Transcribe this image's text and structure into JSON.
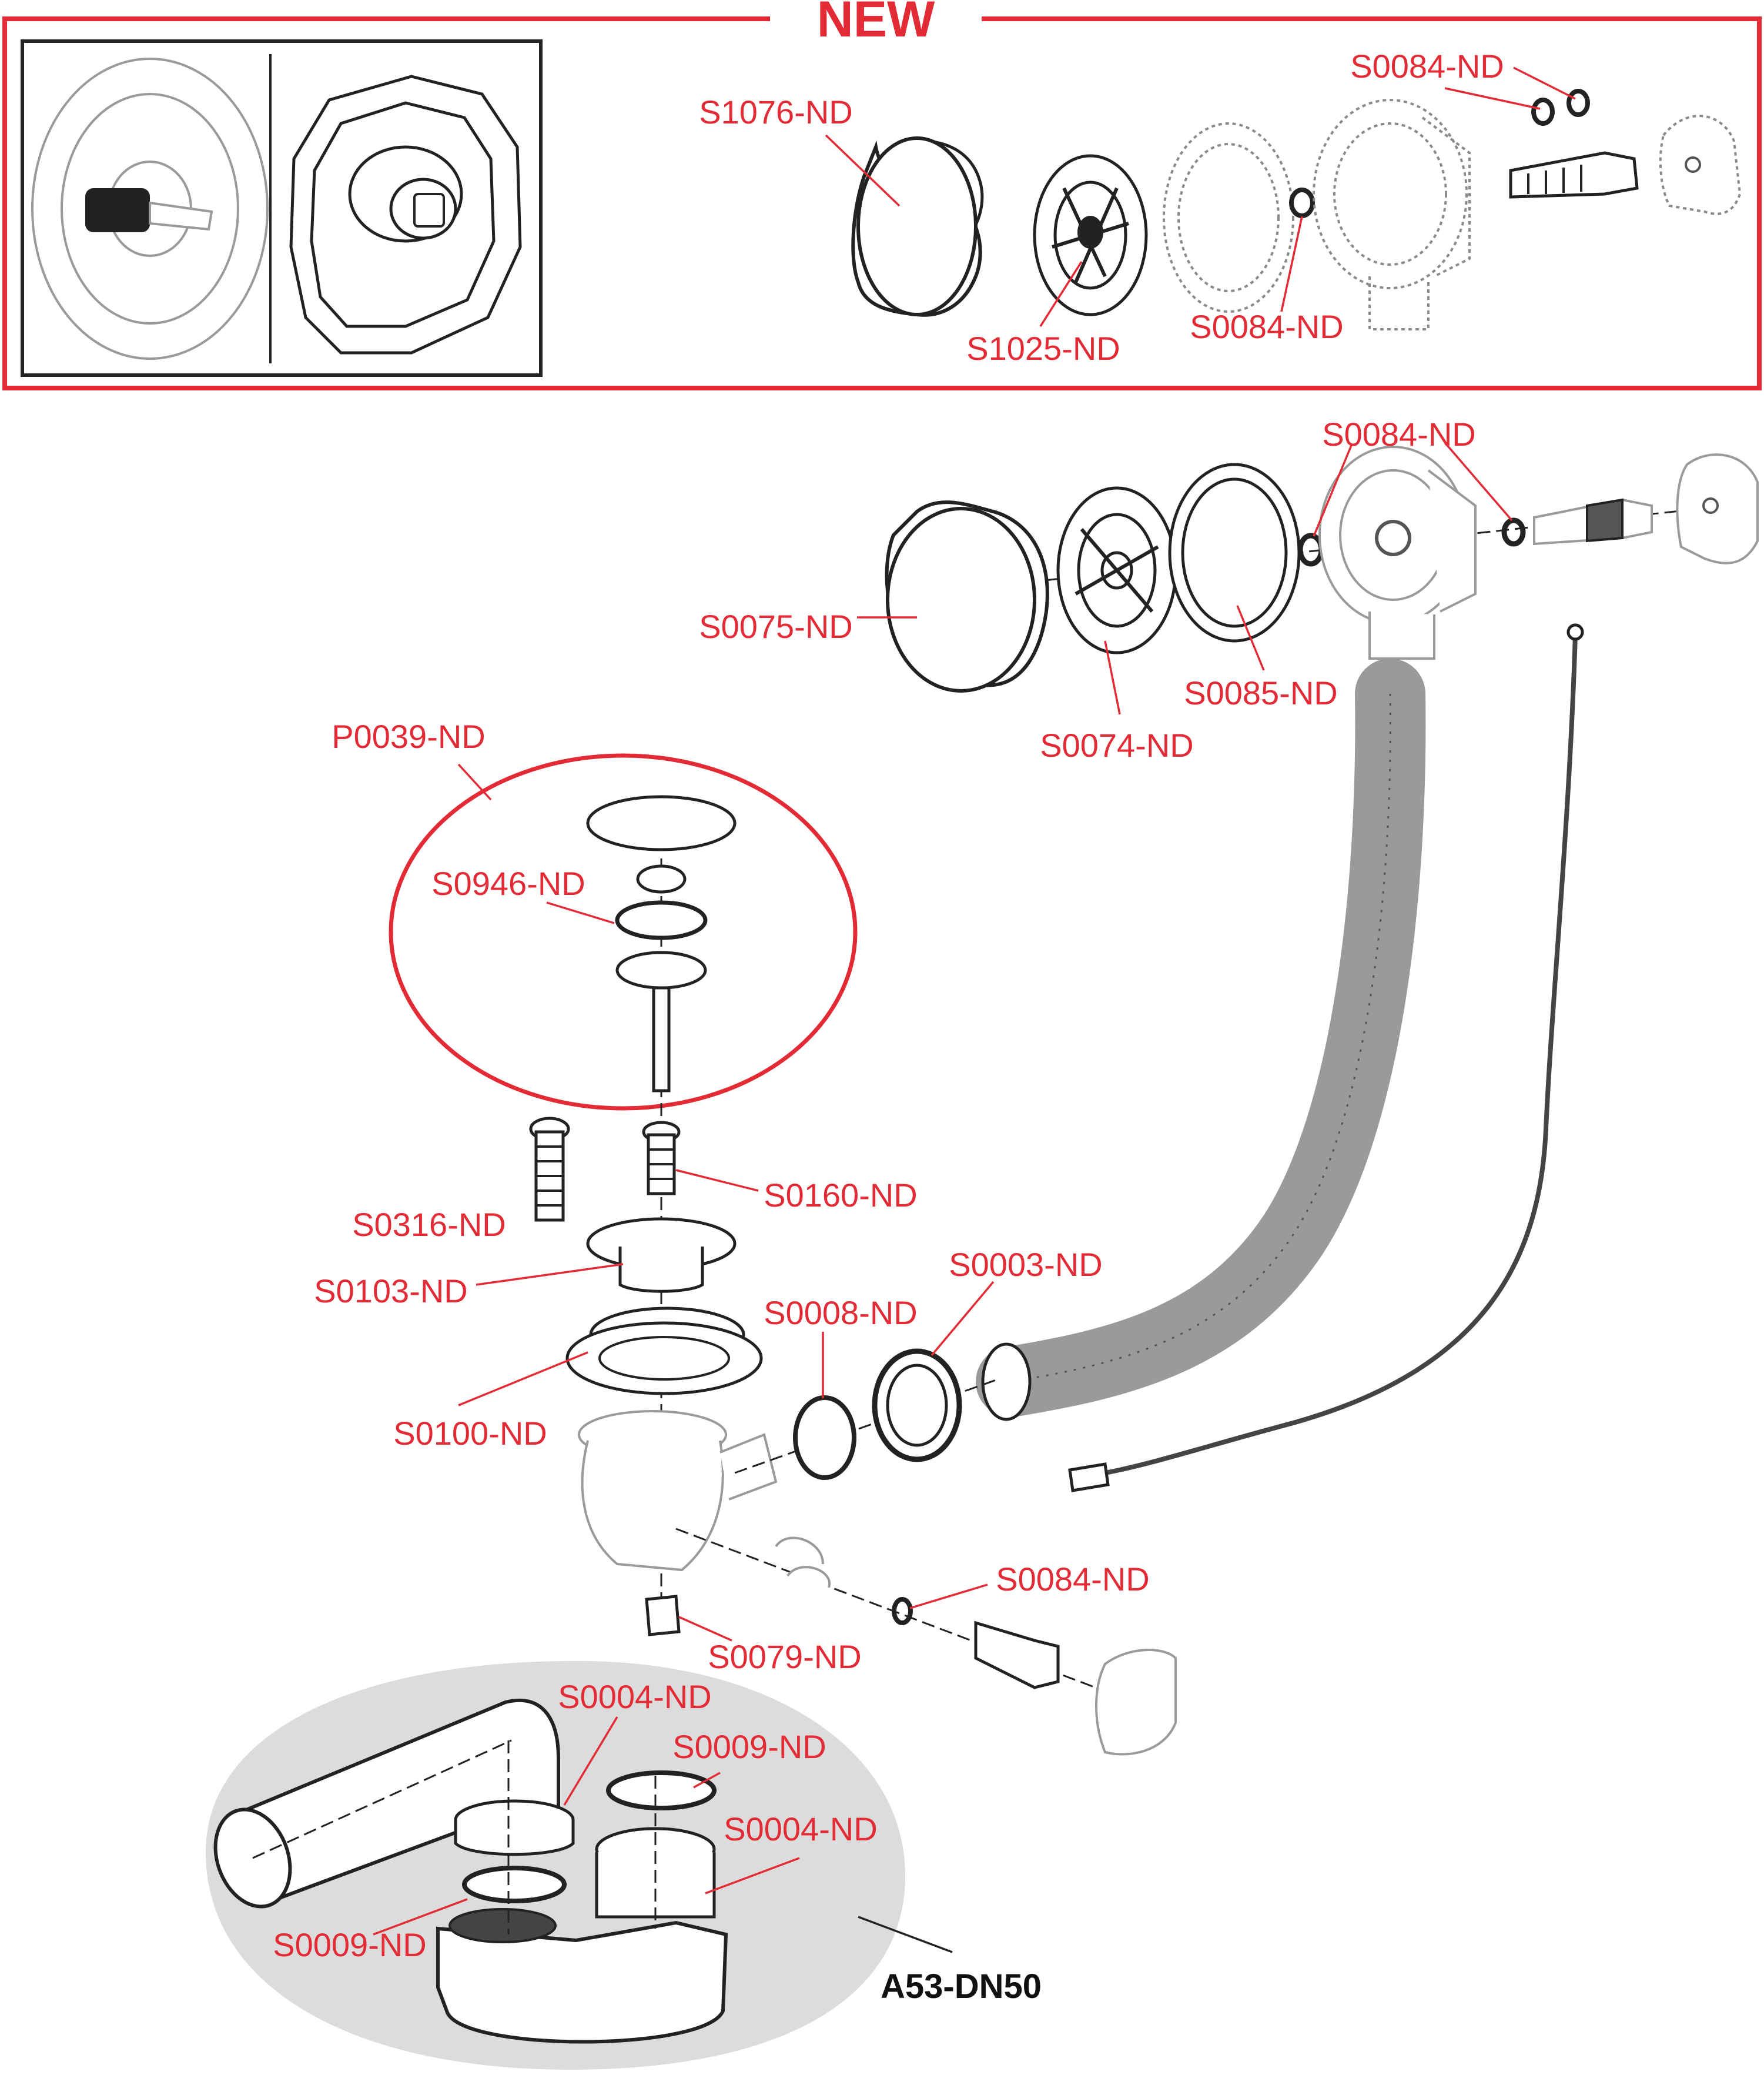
{
  "header": {
    "title": "NEW"
  },
  "labels": {
    "new_s0084_top": "S0084-ND",
    "new_s1076": "S1076-ND",
    "new_s1025": "S1025-ND",
    "new_s0084_mid": "S0084-ND",
    "s0084_upper": "S0084-ND",
    "s0075": "S0075-ND",
    "s0085": "S0085-ND",
    "s0074": "S0074-ND",
    "p0039": "P0039-ND",
    "s0946": "S0946-ND",
    "s0316": "S0316-ND",
    "s0160": "S0160-ND",
    "s0103": "S0103-ND",
    "s0003": "S0003-ND",
    "s0008": "S0008-ND",
    "s0100": "S0100-ND",
    "s0084_lower": "S0084-ND",
    "s0079": "S0079-ND",
    "s0004_left": "S0004-ND",
    "s0009_top": "S0009-ND",
    "s0004_right": "S0004-ND",
    "s0009_bottom": "S0009-ND",
    "a53": "A53-DN50"
  },
  "colors": {
    "accent_red": "#e32b36",
    "line_dark": "#222222",
    "line_grey": "#9a9a9a",
    "siphon_bg": "#dcdcdc"
  }
}
